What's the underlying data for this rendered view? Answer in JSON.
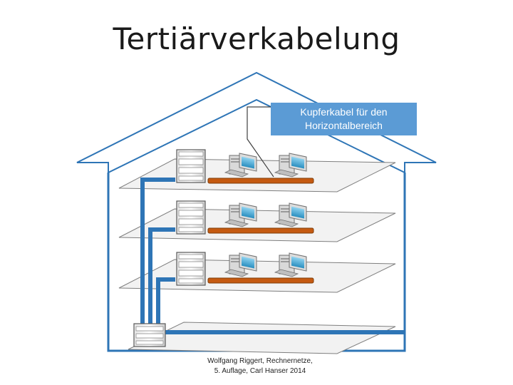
{
  "slide": {
    "title": "Tertiärverkabelung",
    "callout": {
      "line1": "Kupferkabel für den",
      "line2": "Horizontalbereich"
    },
    "citation": {
      "line1": "Wolfgang Riggert, Rechnernetze,",
      "line2": "5. Auflage, Carl Hanser 2014"
    }
  },
  "colors": {
    "house_outline": "#2e75b6",
    "backbone_cable": "#2e75b6",
    "horizontal_cable": "#c55a11",
    "callout_fill": "#5b9bd5",
    "floor_fill": "#f2f2f2"
  },
  "diagram": {
    "floors": 4,
    "workstations_per_floor": 2,
    "distributor_cabinets": 3,
    "building_distributor": "server-rack-icon"
  }
}
